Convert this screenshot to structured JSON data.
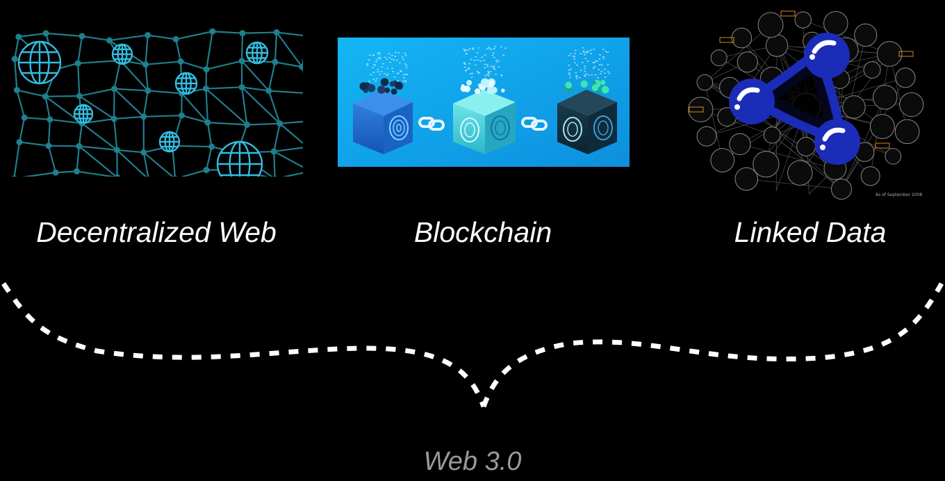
{
  "panels": [
    {
      "id": "decentralized-web",
      "caption": "Decentralized Web",
      "icon": "globe-network-graphic"
    },
    {
      "id": "blockchain",
      "caption": "Blockchain",
      "icon": "chained-blocks-graphic"
    },
    {
      "id": "linked-data",
      "caption": "Linked Data",
      "icon": "semantic-web-logo",
      "footnote": "As of September 2008"
    }
  ],
  "result_label": "Web 3.0",
  "colors": {
    "background": "#000000",
    "network_line": "#1f7f8c",
    "globe": "#33bde0",
    "blockchain_bg": "#12a8ec",
    "semweb_blue": "#1c2fb0",
    "caption": "#ffffff",
    "result": "#9a9a9a"
  }
}
